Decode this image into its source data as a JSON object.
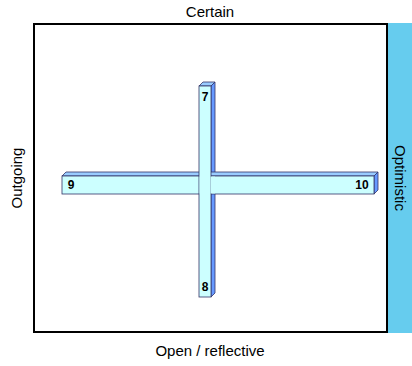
{
  "diagram": {
    "nodes": [
      {
        "text": [
          "Optimistic"
        ]
      }
    ],
    "labels": [
      "Certain",
      "Outgoing",
      "Open / reflective",
      "7",
      "8",
      "9",
      "10"
    ]
  }
}
